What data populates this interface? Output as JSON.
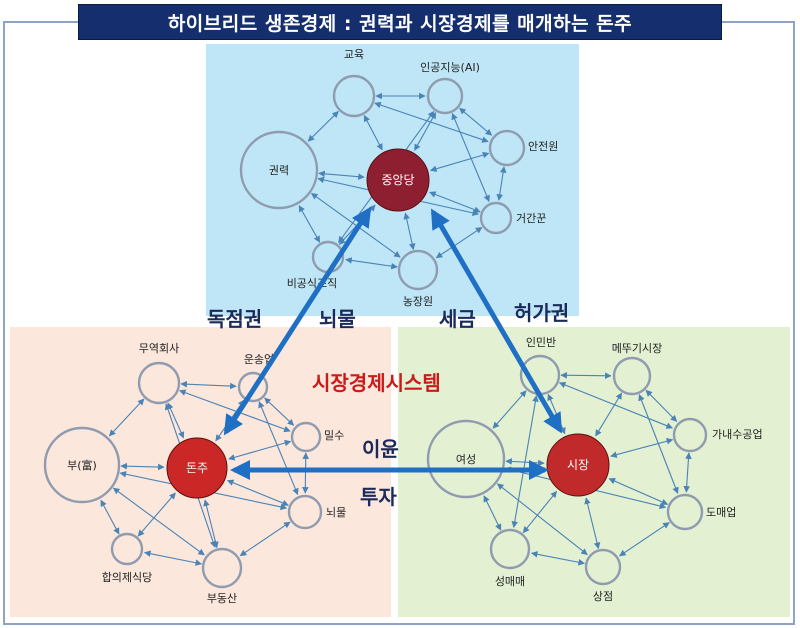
{
  "title": "하이브리드 생존경제 : 권력과 시장경제를 매개하는 돈주",
  "center_label": "시장경제시스템",
  "colors": {
    "title_bg": "#142e6e",
    "top_panel": "#bfe6f7",
    "left_panel": "#fbe7dc",
    "right_panel": "#e3f0d2",
    "node_stroke": "#8f9bae",
    "edge": "#4a83b5",
    "flow": "#1f6fc4",
    "hub_top": "#8e1f31",
    "hub_left": "#cc2727",
    "hub_right": "#c12a2a"
  },
  "clusters": {
    "top": {
      "hub": "중앙당",
      "nodes": [
        "교육",
        "인공지능(AI)",
        "권력",
        "안전원",
        "거간꾼",
        "비공식조직",
        "농장원"
      ]
    },
    "left": {
      "hub": "돈주",
      "nodes": [
        "무역회사",
        "운송업",
        "부(富)",
        "밀수",
        "뇌물",
        "합의제식당",
        "부동산"
      ]
    },
    "right": {
      "hub": "시장",
      "nodes": [
        "인민반",
        "메뚜기시장",
        "가내수공업",
        "여성",
        "도매업",
        "성매매",
        "상점"
      ]
    }
  },
  "flows": {
    "top_left": [
      "독점권",
      "뇌물"
    ],
    "top_right": [
      "세금",
      "허가권"
    ],
    "left_right": [
      "이윤",
      "투자"
    ]
  }
}
